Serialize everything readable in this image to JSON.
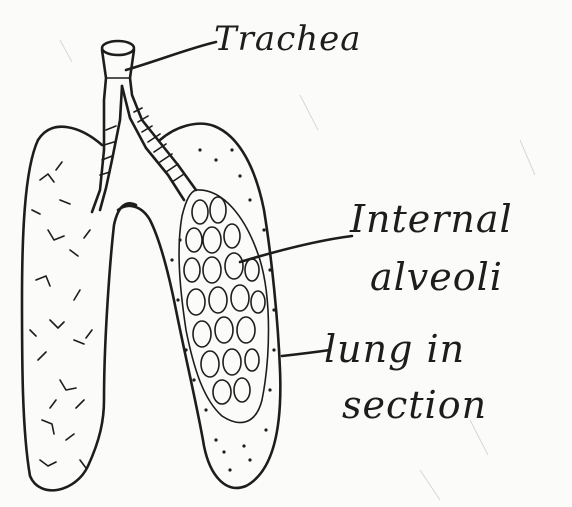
{
  "labels": {
    "trachea": "Trachea",
    "internal_alveoli_line1": "Internal",
    "internal_alveoli_line2": "alveoli",
    "lung_in_section_line1": "lung in",
    "lung_in_section_line2": "section"
  },
  "ink_color": "#1d1d1b",
  "paper_color": "#fbfbf9"
}
